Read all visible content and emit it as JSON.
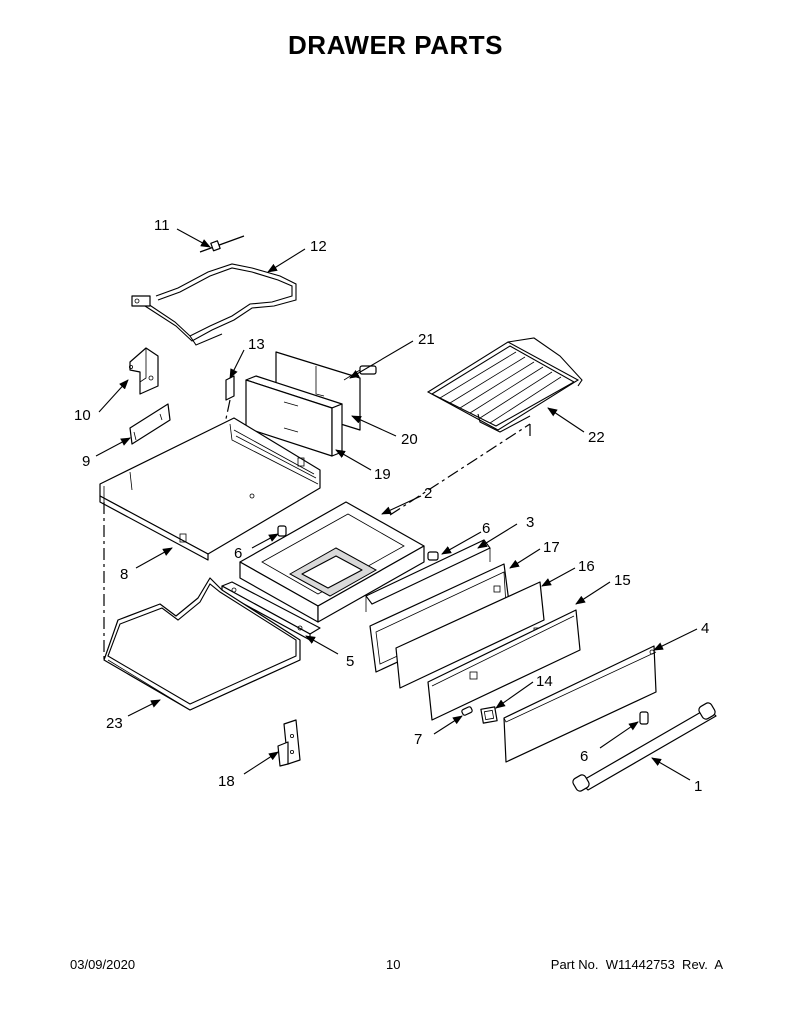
{
  "title": "DRAWER PARTS",
  "callouts": [
    "1",
    "2",
    "3",
    "4",
    "5",
    "6",
    "6",
    "6",
    "7",
    "8",
    "9",
    "10",
    "11",
    "12",
    "13",
    "14",
    "15",
    "16",
    "17",
    "19",
    "20",
    "21",
    "22",
    "23",
    "18"
  ],
  "footer": {
    "date": "03/09/2020",
    "page": "10",
    "part": "Part No.  W11442753  Rev.  A"
  }
}
